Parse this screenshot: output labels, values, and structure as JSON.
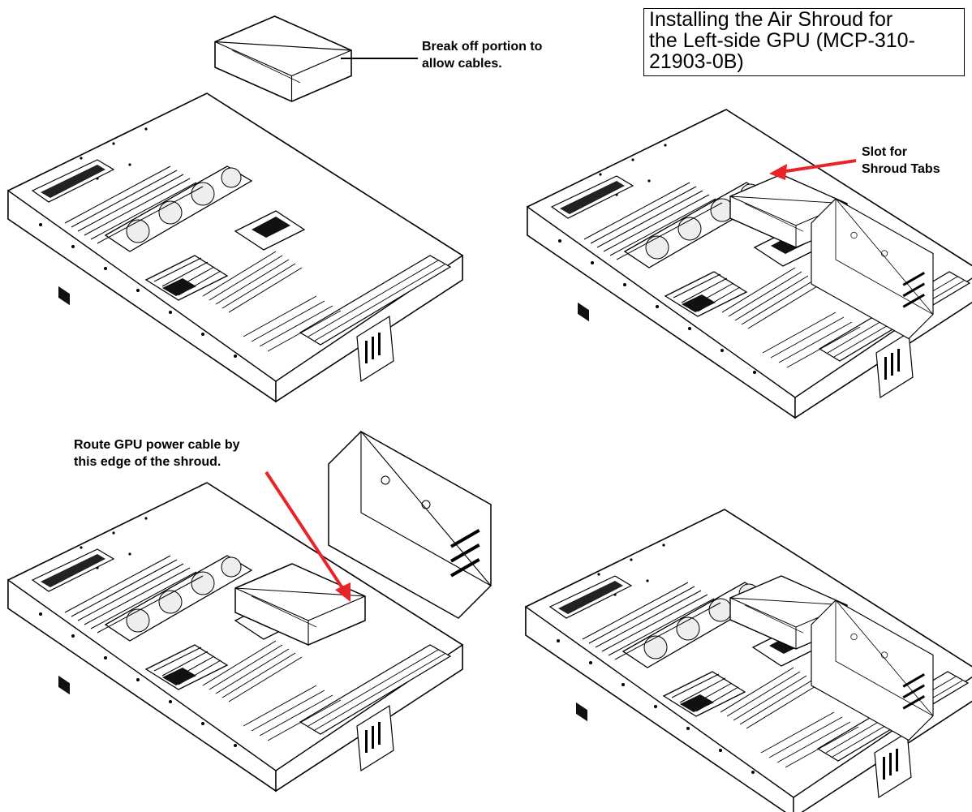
{
  "title": {
    "lines": [
      "Installing the Air Shroud for",
      "the Left-side GPU (MCP-310-",
      "21903-0B)"
    ]
  },
  "callouts": {
    "break_off": [
      "Break off portion to",
      "allow cables."
    ],
    "slot": [
      "Slot for",
      "Shroud Tabs"
    ],
    "route": [
      "Route GPU power cable by",
      "this edge of the shroud."
    ]
  },
  "colors": {
    "arrow": "#e8242a",
    "line": "#000000",
    "chassis_fill": "#ffffff",
    "shading": "#222222"
  }
}
